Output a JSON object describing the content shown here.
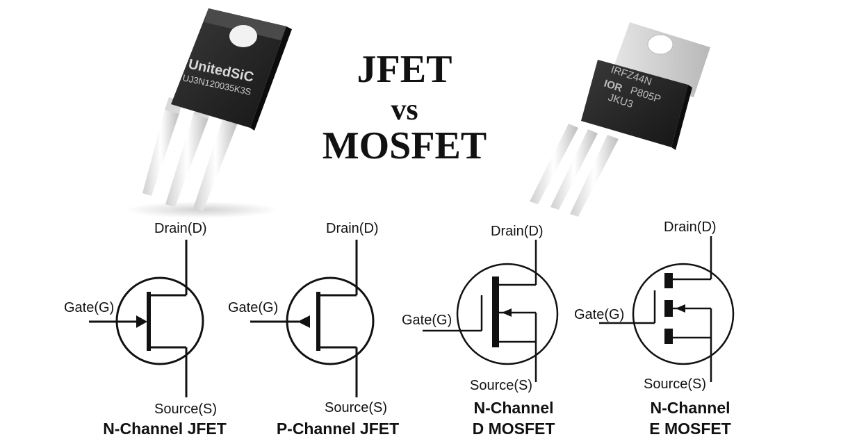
{
  "title": {
    "line1": "JFET",
    "line2": "vs",
    "line3": "MOSFET"
  },
  "components": {
    "left": {
      "brand": "UnitedSiC",
      "part": "UJ3N120035K3S"
    },
    "right": {
      "part": "IRFZ44N",
      "brand": "IOR",
      "code1": "P805P",
      "code2": "JKU3"
    }
  },
  "symbols": [
    {
      "drain": "Drain(D)",
      "gate": "Gate(G)",
      "source": "Source(S)",
      "caption1": "N-Channel JFET",
      "caption2": ""
    },
    {
      "drain": "Drain(D)",
      "gate": "Gate(G)",
      "source": "Source(S)",
      "caption1": "P-Channel JFET",
      "caption2": ""
    },
    {
      "drain": "Drain(D)",
      "gate": "Gate(G)",
      "source": "Source(S)",
      "caption1": "N-Channel",
      "caption2": "D MOSFET"
    },
    {
      "drain": "Drain(D)",
      "gate": "Gate(G)",
      "source": "Source(S)",
      "caption1": "N-Channel",
      "caption2": "E MOSFET"
    }
  ]
}
